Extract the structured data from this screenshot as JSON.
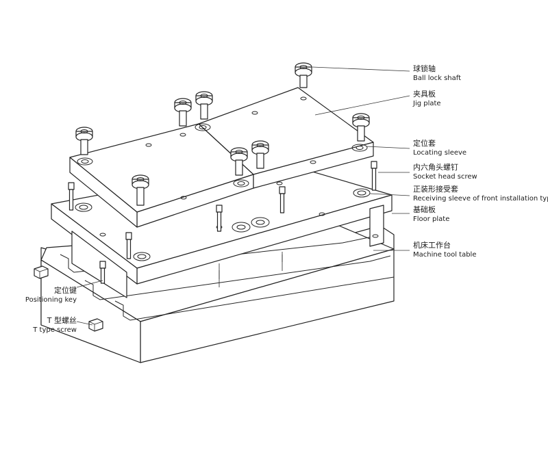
{
  "labels": {
    "ball_lock_shaft": {
      "zh": "球锁轴",
      "en": "Ball lock shaft"
    },
    "jig_plate": {
      "zh": "夹具板",
      "en": "Jig plate"
    },
    "locating_sleeve": {
      "zh": "定位套",
      "en": "Locating sleeve"
    },
    "socket_head_screw": {
      "zh": "内六角头螺钉",
      "en": "Socket head screw"
    },
    "receiving_sleeve": {
      "zh": "正装形接受套",
      "en": "Receiving sleeve of front installation type"
    },
    "floor_plate": {
      "zh": "基础板",
      "en": "Floor plate"
    },
    "machine_tool_table": {
      "zh": "机床工作台",
      "en": "Machine tool table"
    },
    "positioning_key": {
      "zh": "定位键",
      "en": "Positioning key"
    },
    "t_type_screw": {
      "zh": "T 型螺丝",
      "en": "T type screw"
    }
  },
  "colors": {
    "line": "#222222",
    "background": "#ffffff",
    "text": "#1a1a1a"
  }
}
